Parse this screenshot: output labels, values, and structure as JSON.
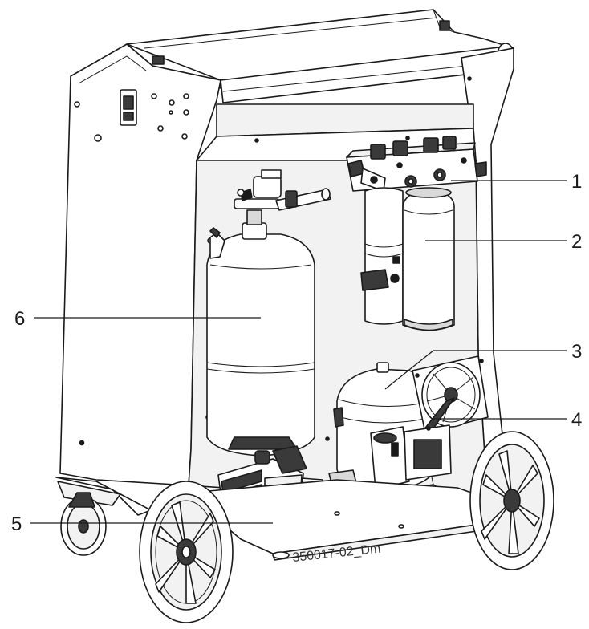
{
  "drawing_reference": "350017-02_Dm",
  "callouts": [
    {
      "number": "1"
    },
    {
      "number": "2"
    },
    {
      "number": "3"
    },
    {
      "number": "4"
    },
    {
      "number": "5"
    },
    {
      "number": "6"
    }
  ]
}
